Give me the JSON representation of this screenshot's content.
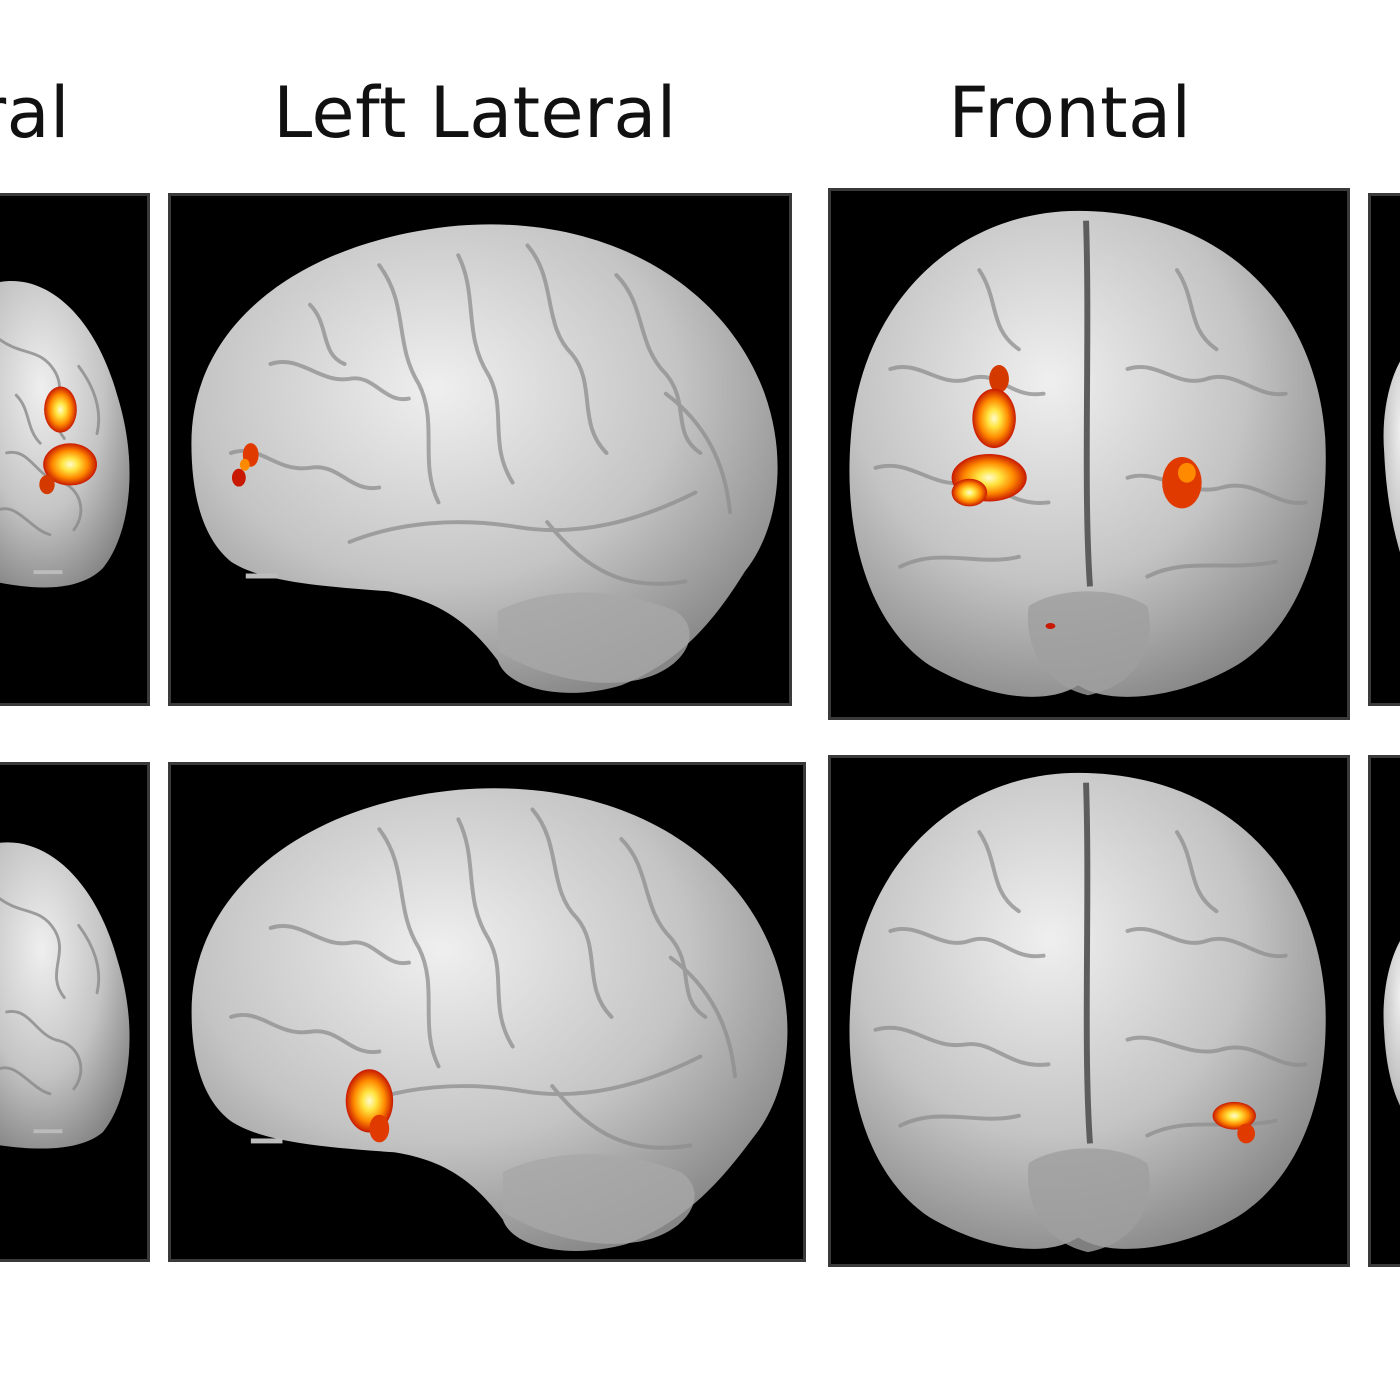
{
  "figure": {
    "column_titles": {
      "clipped": "ral",
      "left_lateral": "Left Lateral",
      "frontal": "Frontal"
    }
  },
  "colors": {
    "background": "#ffffff",
    "panel": "#000000",
    "brain": "#c9c9c9",
    "activation_hot": "#ffef5a",
    "activation_mid": "#ff8a00",
    "activation_edge": "#c81800"
  }
}
